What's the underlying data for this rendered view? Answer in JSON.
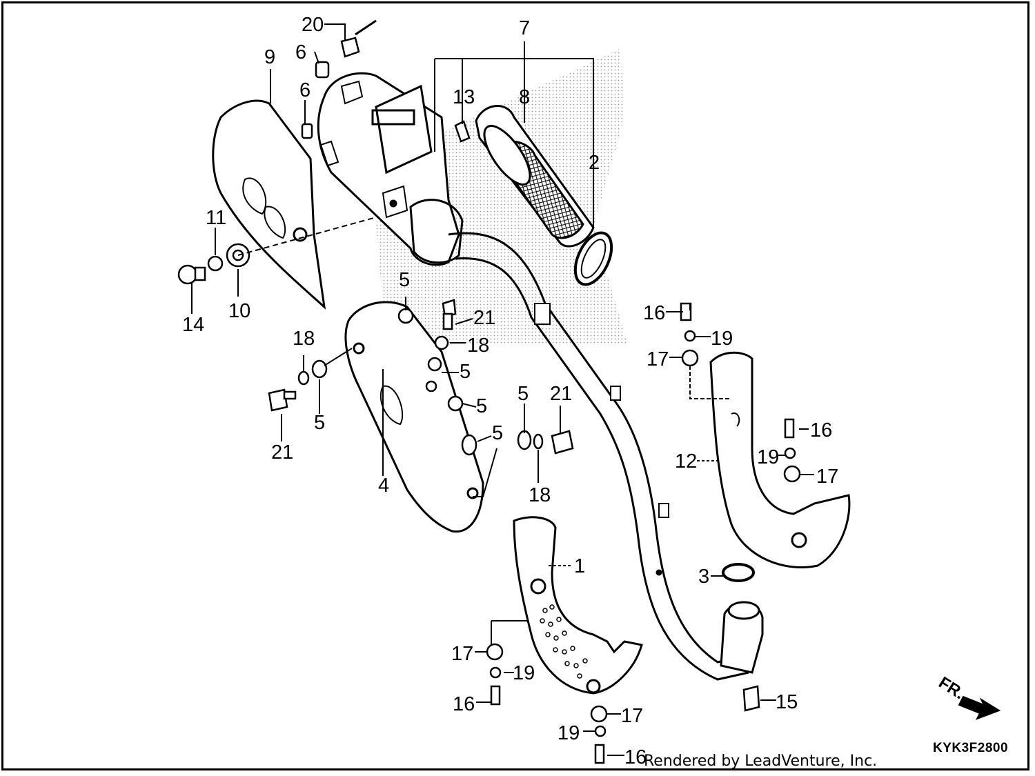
{
  "diagram": {
    "callouts": [
      {
        "id": "c20a",
        "text": "20"
      },
      {
        "id": "c9",
        "text": "9"
      },
      {
        "id": "c6a",
        "text": "6"
      },
      {
        "id": "c6b",
        "text": "6"
      },
      {
        "id": "c7",
        "text": "7"
      },
      {
        "id": "c8",
        "text": "8"
      },
      {
        "id": "c13",
        "text": "13"
      },
      {
        "id": "c2",
        "text": "2"
      },
      {
        "id": "c11",
        "text": "11"
      },
      {
        "id": "c14",
        "text": "14"
      },
      {
        "id": "c10",
        "text": "10"
      },
      {
        "id": "c5a",
        "text": "5"
      },
      {
        "id": "c21a",
        "text": "21"
      },
      {
        "id": "c18a",
        "text": "18"
      },
      {
        "id": "c18b",
        "text": "18"
      },
      {
        "id": "c5b",
        "text": "5"
      },
      {
        "id": "c5c",
        "text": "5"
      },
      {
        "id": "c5d",
        "text": "5"
      },
      {
        "id": "c21b",
        "text": "21"
      },
      {
        "id": "c4",
        "text": "4"
      },
      {
        "id": "c5e",
        "text": "5"
      },
      {
        "id": "c5f",
        "text": "5"
      },
      {
        "id": "c21c",
        "text": "21"
      },
      {
        "id": "c18c",
        "text": "18"
      },
      {
        "id": "c16a",
        "text": "16"
      },
      {
        "id": "c19a",
        "text": "19"
      },
      {
        "id": "c17a",
        "text": "17"
      },
      {
        "id": "c16b",
        "text": "16"
      },
      {
        "id": "c12",
        "text": "12"
      },
      {
        "id": "c19b",
        "text": "19"
      },
      {
        "id": "c17b",
        "text": "17"
      },
      {
        "id": "c1",
        "text": "1"
      },
      {
        "id": "c3",
        "text": "3"
      },
      {
        "id": "c17c",
        "text": "17"
      },
      {
        "id": "c19c",
        "text": "19"
      },
      {
        "id": "c16c",
        "text": "16"
      },
      {
        "id": "c15",
        "text": "15"
      },
      {
        "id": "c17d",
        "text": "17"
      },
      {
        "id": "c19d",
        "text": "19"
      },
      {
        "id": "c16d",
        "text": "16"
      }
    ],
    "direction_label": "FR.",
    "diagram_code": "KYK3F2800",
    "credit": "Rendered by LeadVenture, Inc."
  }
}
